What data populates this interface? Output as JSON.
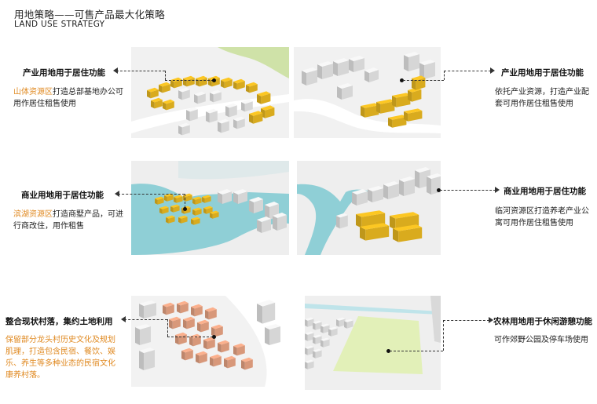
{
  "header": {
    "title": "用地策略——可售产品最大化策略",
    "subtitle": "LAND USE STRATEGY"
  },
  "annotations": [
    {
      "heading": "产业用地用于居住功能",
      "highlight": "山体资源区",
      "body_rest": "打造总部基地办公可用作居住租售使用"
    },
    {
      "heading": "产业用地用于居住功能",
      "body": "依托产业资源，打造产业配套可用作居住租售使用"
    },
    {
      "heading": "商业用地用于居住功能",
      "highlight": "滨湖资源区",
      "body_rest": "打造商墅产品，可进行商改住，用作租售"
    },
    {
      "heading": "商业用地用于居住功能",
      "body": "临河资源区打造养老产业公寓可用作居住租售使用"
    },
    {
      "heading": "整合现状村落，集约土地利用",
      "body_orange": "保留部分龙头村历史文化及规划肌理，打造包含民宿、餐饮、娱乐、养生等多种业态的民宿文化康养村落。"
    },
    {
      "heading": "农林用地用于休闲游憩功能",
      "body": "可作郊野公园及停车场使用"
    }
  ],
  "colors": {
    "yellow_block": "#e9b820",
    "salmon_block": "#e8a383",
    "water": "#8fcfd6",
    "green_field": "#e2f0b8",
    "highlight_text": "#e08a22"
  }
}
